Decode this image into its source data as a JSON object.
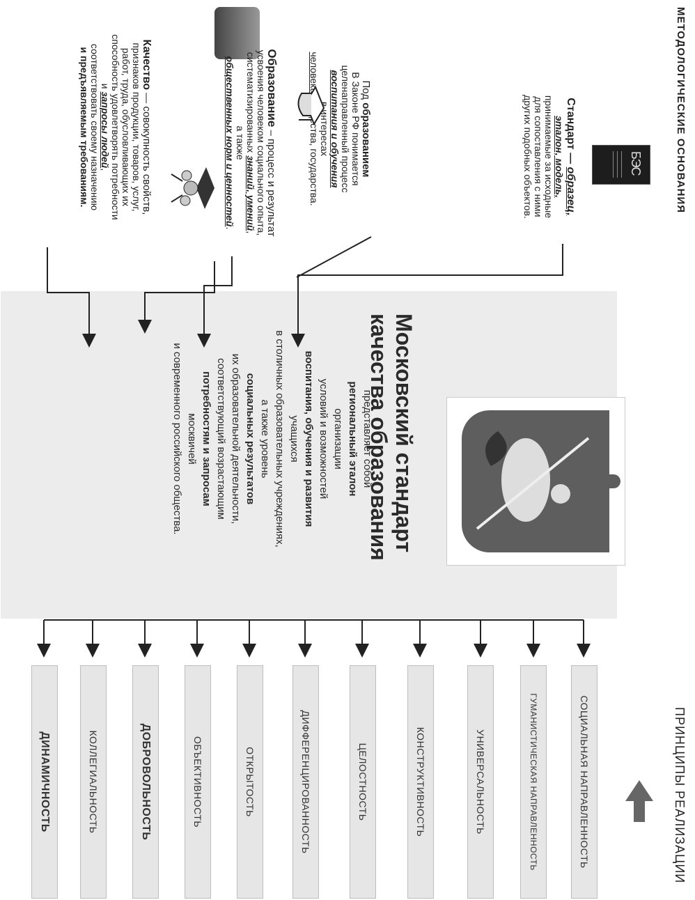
{
  "left_title": "МЕТОДОЛОГИЧЕСКИЕ  ОСНОВАНИЯ",
  "right_title": "ПРИНЦИПЫ  РЕАЛИЗАЦИИ",
  "book_label": "БЭС",
  "standard": {
    "term": "Стандарт —",
    "l1": "образец,",
    "l2": "эталон, модель,",
    "l3": "принимаемые за исходные",
    "l4": "для сопоставления с ними",
    "l5": "других подобных объектов."
  },
  "education_law": {
    "l1a": "Под ",
    "l1b": "образованием",
    "l2": "В Законе РФ понимается",
    "l3": "целенаправленный процесс",
    "l4": "воспитания и обучения",
    "l5": "в интересах",
    "l6a": "человека",
    "l6b": ", общества, государства."
  },
  "obrazovanie": {
    "term": "Образование",
    "l1": " – процесс и результат",
    "l2": "усвоения человеком социального опыта,",
    "l3a": "систематизированных ",
    "l3b": "знаний, умений",
    "l3c": ",",
    "l4": "а также",
    "l5": "общественных норм  и ценностей",
    "l5b": "."
  },
  "quality": {
    "term": "Качество",
    "l1": " — совокупность свойств,",
    "l2": "признаков продукции, товаров, услуг,",
    "l3": "работ, труда, обусловливающих их",
    "l4": "способность удовлетворять потребности",
    "l5a": "и ",
    "l5b": "запросы людей",
    "l5c": ",",
    "l6": "соответствовать своему назначению",
    "l7": "и предъявляемым требованиям."
  },
  "main": {
    "title_1": "Московский стандарт",
    "title_2": "качества образования",
    "t1": "представляет собой",
    "t2": "региональный эталон",
    "t3": "организации",
    "t4": "условий и возможностей",
    "t5": "воспитания, обучения и развития",
    "t6": "учащихся",
    "t7": "в столичных образовательных учреждениях,",
    "t8": "а также уровень",
    "t9": "социальных  результатов",
    "t10": "их образовательной деятельности,",
    "t11": "соответствующий возрастающим",
    "t12": "потребностям и запросам",
    "t13": "москвичей",
    "t14": "и современного российского общества."
  },
  "principles": [
    "СОЦИАЛЬНАЯ НАПРАВЛЕННОСТЬ",
    "ГУМАНИСТИЧЕСКАЯ НАПРАВЛЕННОСТЬ",
    "УНИВЕРСАЛЬНОСТЬ",
    "КОНСТРУКТИВНОСТЬ",
    "ЦЕЛОСТНОСТЬ",
    "ДИФФЕРЕНЦИРОВАННОСТЬ",
    "ОТКРЫТОСТЬ",
    "ОБЪЕКТИВНОСТЬ",
    "ДОБРОВОЛЬНОСТЬ",
    "КОЛЛЕГИАЛЬНОСТЬ",
    "ДИНАМИЧНОСТЬ"
  ]
}
